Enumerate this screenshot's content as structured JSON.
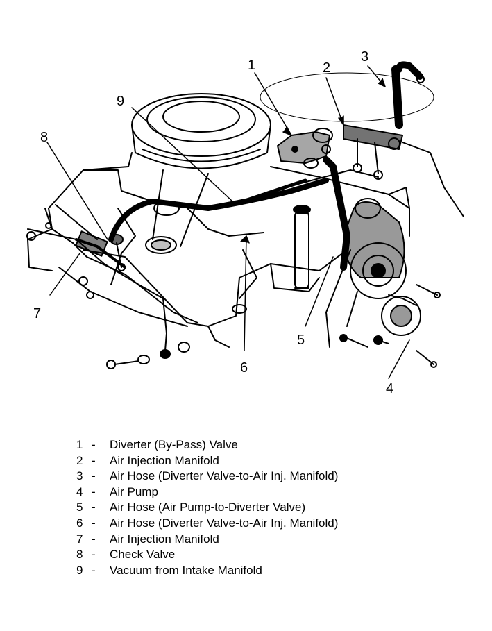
{
  "callouts": {
    "c1": "1",
    "c2": "2",
    "c3": "3",
    "c4": "4",
    "c5": "5",
    "c6": "6",
    "c7": "7",
    "c8": "8",
    "c9": "9"
  },
  "legend": [
    {
      "num": "1",
      "sep": "-",
      "text": "Diverter (By-Pass) Valve"
    },
    {
      "num": "2",
      "sep": "-",
      "text": "Air Injection Manifold"
    },
    {
      "num": "3",
      "sep": "-",
      "text": "Air Hose (Diverter Valve-to-Air Inj. Manifold)"
    },
    {
      "num": "4",
      "sep": "-",
      "text": "Air Pump"
    },
    {
      "num": "5",
      "sep": "-",
      "text": "Air Hose (Air Pump-to-Diverter Valve)"
    },
    {
      "num": "6",
      "sep": "-",
      "text": "Air Hose (Diverter Valve-to-Air Inj. Manifold)"
    },
    {
      "num": "7",
      "sep": "-",
      "text": "Air Injection Manifold"
    },
    {
      "num": "8",
      "sep": "-",
      "text": "Check Valve"
    },
    {
      "num": "9",
      "sep": "-",
      "text": "Vacuum from Intake Manifold"
    }
  ],
  "colors": {
    "ink": "#000000",
    "paper": "#ffffff"
  }
}
